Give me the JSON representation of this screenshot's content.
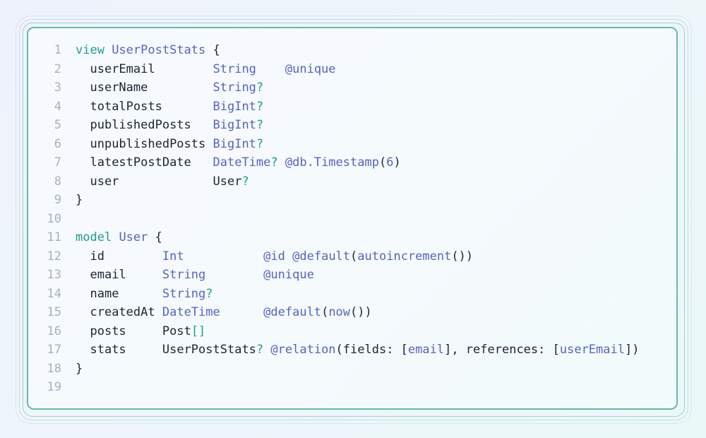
{
  "lines": [
    {
      "n": "1",
      "t": [
        [
          "kw",
          "view"
        ],
        [
          "p",
          " "
        ],
        [
          "ty",
          "UserPostStats"
        ],
        [
          "p",
          " {"
        ]
      ]
    },
    {
      "n": "2",
      "t": [
        [
          "p",
          "  "
        ],
        [
          "id",
          "userEmail"
        ],
        [
          "p",
          "        "
        ],
        [
          "ty",
          "String"
        ],
        [
          "p",
          "    "
        ],
        [
          "at",
          "@unique"
        ]
      ]
    },
    {
      "n": "3",
      "t": [
        [
          "p",
          "  "
        ],
        [
          "id",
          "userName"
        ],
        [
          "p",
          "         "
        ],
        [
          "ty",
          "String"
        ],
        [
          "q",
          "?"
        ]
      ]
    },
    {
      "n": "4",
      "t": [
        [
          "p",
          "  "
        ],
        [
          "id",
          "totalPosts"
        ],
        [
          "p",
          "       "
        ],
        [
          "ty",
          "BigInt"
        ],
        [
          "q",
          "?"
        ]
      ]
    },
    {
      "n": "5",
      "t": [
        [
          "p",
          "  "
        ],
        [
          "id",
          "publishedPosts"
        ],
        [
          "p",
          "   "
        ],
        [
          "ty",
          "BigInt"
        ],
        [
          "q",
          "?"
        ]
      ]
    },
    {
      "n": "6",
      "t": [
        [
          "p",
          "  "
        ],
        [
          "id",
          "unpublishedPosts"
        ],
        [
          "p",
          " "
        ],
        [
          "ty",
          "BigInt"
        ],
        [
          "q",
          "?"
        ]
      ]
    },
    {
      "n": "7",
      "t": [
        [
          "p",
          "  "
        ],
        [
          "id",
          "latestPostDate"
        ],
        [
          "p",
          "   "
        ],
        [
          "ty",
          "DateTime"
        ],
        [
          "q",
          "?"
        ],
        [
          "p",
          " "
        ],
        [
          "at",
          "@db.Timestamp"
        ],
        [
          "p",
          "("
        ],
        [
          "ty",
          "6"
        ],
        [
          "p",
          ")"
        ]
      ]
    },
    {
      "n": "8",
      "t": [
        [
          "p",
          "  "
        ],
        [
          "id",
          "user"
        ],
        [
          "p",
          "             "
        ],
        [
          "id",
          "User"
        ],
        [
          "q",
          "?"
        ]
      ]
    },
    {
      "n": "9",
      "t": [
        [
          "p",
          "}"
        ]
      ]
    },
    {
      "n": "10",
      "t": []
    },
    {
      "n": "11",
      "t": [
        [
          "kw",
          "model"
        ],
        [
          "p",
          " "
        ],
        [
          "ty",
          "User"
        ],
        [
          "p",
          " {"
        ]
      ]
    },
    {
      "n": "12",
      "t": [
        [
          "p",
          "  "
        ],
        [
          "id",
          "id"
        ],
        [
          "p",
          "        "
        ],
        [
          "ty",
          "Int"
        ],
        [
          "p",
          "           "
        ],
        [
          "at",
          "@id"
        ],
        [
          "p",
          " "
        ],
        [
          "at",
          "@default"
        ],
        [
          "p",
          "("
        ],
        [
          "ty",
          "autoincrement"
        ],
        [
          "p",
          "())"
        ]
      ]
    },
    {
      "n": "13",
      "t": [
        [
          "p",
          "  "
        ],
        [
          "id",
          "email"
        ],
        [
          "p",
          "     "
        ],
        [
          "ty",
          "String"
        ],
        [
          "p",
          "        "
        ],
        [
          "at",
          "@unique"
        ]
      ]
    },
    {
      "n": "14",
      "t": [
        [
          "p",
          "  "
        ],
        [
          "id",
          "name"
        ],
        [
          "p",
          "      "
        ],
        [
          "ty",
          "String"
        ],
        [
          "q",
          "?"
        ]
      ]
    },
    {
      "n": "15",
      "t": [
        [
          "p",
          "  "
        ],
        [
          "id",
          "createdAt"
        ],
        [
          "p",
          " "
        ],
        [
          "ty",
          "DateTime"
        ],
        [
          "p",
          "      "
        ],
        [
          "at",
          "@default"
        ],
        [
          "p",
          "("
        ],
        [
          "ty",
          "now"
        ],
        [
          "p",
          "())"
        ]
      ]
    },
    {
      "n": "16",
      "t": [
        [
          "p",
          "  "
        ],
        [
          "id",
          "posts"
        ],
        [
          "p",
          "     "
        ],
        [
          "id",
          "Post"
        ],
        [
          "q",
          "[]"
        ]
      ]
    },
    {
      "n": "17",
      "t": [
        [
          "p",
          "  "
        ],
        [
          "id",
          "stats"
        ],
        [
          "p",
          "     "
        ],
        [
          "id",
          "UserPostStats"
        ],
        [
          "q",
          "?"
        ],
        [
          "p",
          " "
        ],
        [
          "at",
          "@relation"
        ],
        [
          "p",
          "(fields: ["
        ],
        [
          "ty",
          "email"
        ],
        [
          "p",
          "], references: ["
        ],
        [
          "ty",
          "userEmail"
        ],
        [
          "p",
          "])"
        ]
      ]
    },
    {
      "n": "18",
      "t": [
        [
          "p",
          "}"
        ]
      ]
    },
    {
      "n": "19",
      "t": []
    }
  ]
}
